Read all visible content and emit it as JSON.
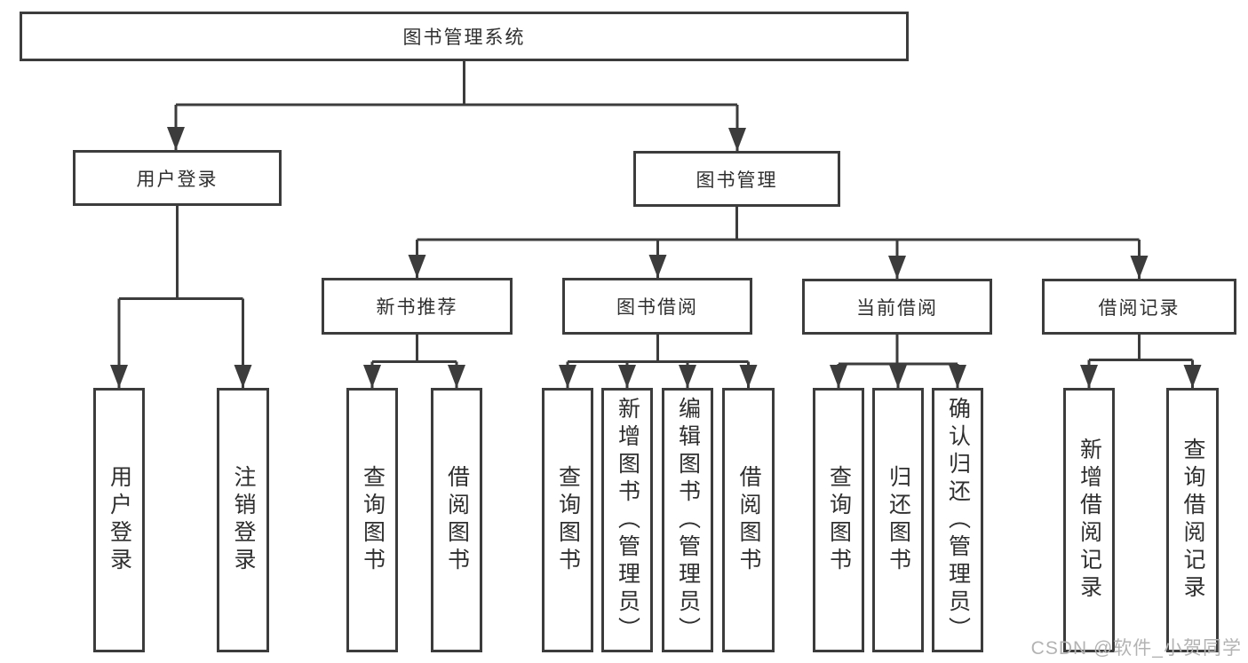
{
  "diagram": {
    "title": "图书管理系统",
    "nodes": {
      "root": {
        "label": "图书管理系统"
      },
      "level2": [
        {
          "id": "user-login",
          "label": "用户登录"
        },
        {
          "id": "book-management",
          "label": "图书管理"
        }
      ],
      "level3": [
        {
          "id": "new-book-recommend",
          "label": "新书推荐",
          "parent": "book-management"
        },
        {
          "id": "book-borrow",
          "label": "图书借阅",
          "parent": "book-management"
        },
        {
          "id": "current-borrow",
          "label": "当前借阅",
          "parent": "book-management"
        },
        {
          "id": "borrow-record",
          "label": "借阅记录",
          "parent": "book-management"
        }
      ],
      "leaves": [
        {
          "label": "用户登录",
          "parent": "user-login"
        },
        {
          "label": "注销登录",
          "parent": "user-login"
        },
        {
          "label": "查询图书",
          "parent": "new-book-recommend"
        },
        {
          "label": "借阅图书",
          "parent": "new-book-recommend"
        },
        {
          "label": "查询图书",
          "parent": "book-borrow"
        },
        {
          "label": "新增图书（管理员）",
          "parent": "book-borrow"
        },
        {
          "label": "编辑图书（管理员）",
          "parent": "book-borrow"
        },
        {
          "label": "借阅图书",
          "parent": "book-borrow"
        },
        {
          "label": "查询图书",
          "parent": "current-borrow"
        },
        {
          "label": "归还图书",
          "parent": "current-borrow"
        },
        {
          "label": "确认归还（管理员）",
          "parent": "current-borrow"
        },
        {
          "label": "新增借阅记录",
          "parent": "borrow-record"
        },
        {
          "label": "查询借阅记录",
          "parent": "borrow-record"
        }
      ]
    },
    "colors": {
      "line": "#3c3c3c",
      "box_border": "#3c3c3c",
      "text": "#2f2f2f",
      "background": "#ffffff",
      "watermark": "#b3b3b3"
    }
  },
  "watermark": {
    "text": "CSDN @软件_小贺同学"
  }
}
